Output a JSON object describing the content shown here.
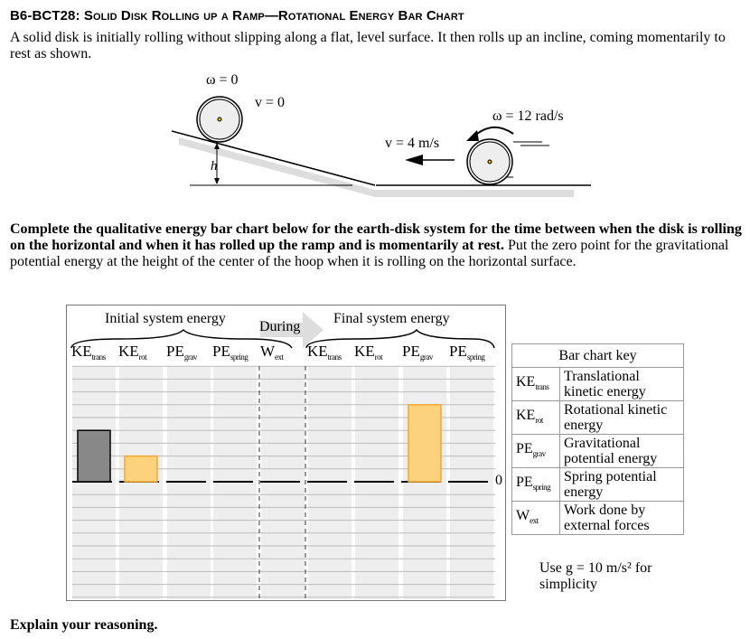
{
  "title": "B6-BCT28: Solid Disk Rolling up a Ramp—Rotational Energy Bar Chart",
  "intro": "A solid disk is initially rolling without slipping along a flat, level surface. It then rolls up an incline, coming momentarily to rest as shown.",
  "diagram": {
    "omega_top": "ω = 0",
    "v_top": "v = 0",
    "h": "h",
    "v_bottom": "v = 4 m/s",
    "omega_bottom": "ω = 12 rad/s"
  },
  "task_bold": "Complete the qualitative energy bar chart below for the earth-disk system for the time between when the disk is rolling on the horizontal and when it has rolled up the ramp and is momentarily at rest.",
  "task_rest": " Put the zero point for the gravitational potential energy at the height of the center of the hoop when it is rolling on the horizontal surface.",
  "chart_data": {
    "type": "bar",
    "initial_label": "Initial system energy",
    "during_label": "During",
    "final_label": "Final system energy",
    "categories": [
      {
        "main": "KE",
        "sub": "trans"
      },
      {
        "main": "KE",
        "sub": "rot"
      },
      {
        "main": "PE",
        "sub": "grav"
      },
      {
        "main": "PE",
        "sub": "spring"
      },
      {
        "main": "W",
        "sub": "ext"
      },
      {
        "main": "KE",
        "sub": "trans"
      },
      {
        "main": "KE",
        "sub": "rot"
      },
      {
        "main": "PE",
        "sub": "grav"
      },
      {
        "main": "PE",
        "sub": "spring"
      }
    ],
    "values": [
      4,
      2,
      0,
      0,
      0,
      0,
      0,
      6,
      0
    ],
    "bar_colors": [
      "#888888",
      "#fdd27c",
      "#fdd27c",
      "#fdd27c",
      "#fdd27c",
      "#fdd27c",
      "#fdd27c",
      "#fdd27c",
      "#fdd27c"
    ],
    "zero_label": "0",
    "ylim": [
      -9,
      9
    ]
  },
  "key": {
    "title": "Bar chart key",
    "rows": [
      {
        "sym": "KE",
        "sub": "trans",
        "desc": "Translational kinetic energy"
      },
      {
        "sym": "KE",
        "sub": "rot",
        "desc": "Rotational kinetic energy"
      },
      {
        "sym": "PE",
        "sub": "grav",
        "desc": "Gravitational potential energy"
      },
      {
        "sym": "PE",
        "sub": "spring",
        "desc": "Spring potential energy"
      },
      {
        "sym": "W",
        "sub": "ext",
        "desc": "Work done by external forces"
      }
    ],
    "note": "Use g = 10 m/s² for simplicity"
  },
  "explain": "Explain your reasoning."
}
